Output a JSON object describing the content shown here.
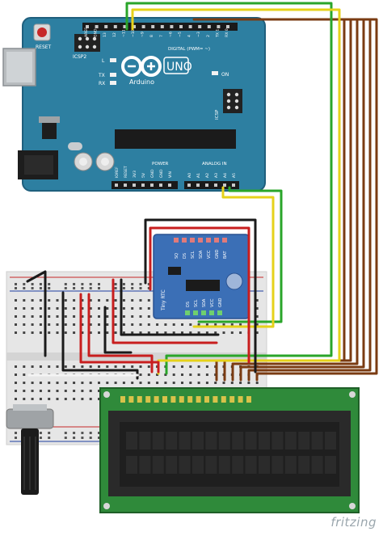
{
  "app": {
    "brand": "fritzing"
  },
  "arduino": {
    "reset_label": "RESET",
    "icsp2_label": "ICSP2",
    "logo_text": "UNO",
    "brand_text": "Arduino",
    "digital_label": "DIGITAL (PWM= ~)",
    "led_l": "L",
    "led_tx": "TX",
    "led_rx": "RX",
    "on_label": "ON",
    "icsp_label": "ICSP",
    "power_label": "POWER",
    "analog_label": "ANALOG IN",
    "top_pins": [
      "AREF",
      "GND",
      "13",
      "12",
      "~11",
      "~10",
      "~9",
      "8",
      "7",
      "~6",
      "~5",
      "4",
      "~3",
      "2",
      "TX 1",
      "RX 0"
    ],
    "power_pins": [
      "IOREF",
      "RESET",
      "3V3",
      "5V",
      "GND",
      "GND",
      "VIN"
    ],
    "analog_pins": [
      "A0",
      "A1",
      "A2",
      "A3",
      "A4",
      "A5"
    ]
  },
  "rtc": {
    "title": "Tiny RTC",
    "top_pins": [
      "SQ",
      "DS",
      "SCL",
      "SDA",
      "VCC",
      "GND",
      "BAT"
    ],
    "bottom_pins": [
      "DS",
      "SCL",
      "SDA",
      "VCC",
      "GND"
    ]
  },
  "colors": {
    "board": "#2d7fa1",
    "board_dark": "#1f5f7d",
    "rtc_board": "#3b6fb6",
    "lcd_pcb": "#2f8a3a",
    "lcd_screen": "#1f1f1f",
    "breadboard": "#e6e6e6",
    "wire_red": "#c81e1e",
    "wire_black": "#1a1a1a",
    "wire_green": "#2aa52a",
    "wire_yellow": "#e6d21a",
    "wire_brown": "#7a3b12"
  }
}
